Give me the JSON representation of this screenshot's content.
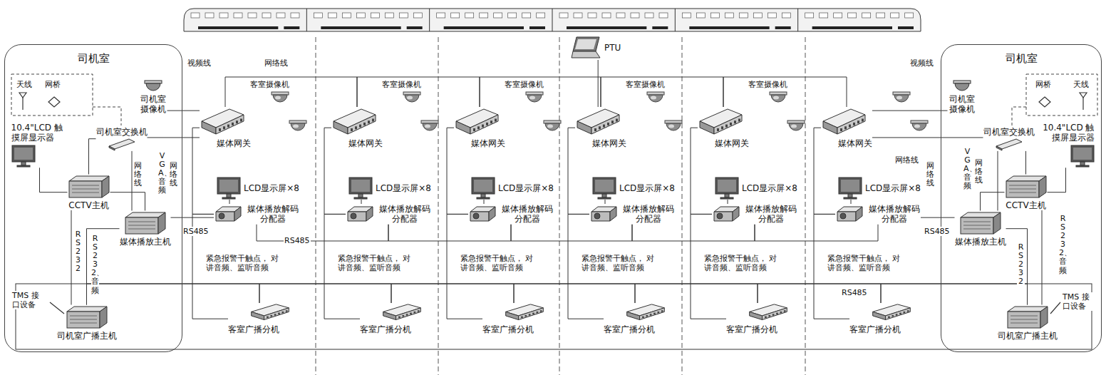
{
  "diagram": {
    "nodes": [
      {
        "text": [
          "司机室"
        ]
      },
      {
        "text": [
          "10.4\"LCD 触摸屏显示器"
        ],
        "in": 0
      },
      {
        "text": [
          "CCTV主机"
        ],
        "in": 0
      },
      {
        "text": [
          "司机室交换机"
        ],
        "in": 0
      },
      {
        "text": [
          "司机室 摄像机"
        ],
        "in": 0
      },
      {
        "text": [
          "媒体播放主机"
        ],
        "in": 0
      },
      {
        "text": [
          "司机室广播主机"
        ],
        "in": 0
      },
      {
        "text": [
          "媒体网关"
        ]
      },
      {
        "text": [
          "LCD显示屏×8"
        ]
      },
      {
        "text": [
          "媒体播放解码 分配器"
        ]
      },
      {
        "text": [
          "客室广播分机"
        ]
      },
      {
        "text": [
          "媒体网关"
        ]
      },
      {
        "text": [
          "LCD显示屏×8"
        ]
      },
      {
        "text": [
          "媒体播放解码 分配器"
        ]
      },
      {
        "text": [
          "客室广播分机"
        ]
      },
      {
        "text": [
          "媒体网关"
        ]
      },
      {
        "text": [
          "LCD显示屏×8"
        ]
      },
      {
        "text": [
          "媒体播放解码 分配器"
        ]
      },
      {
        "text": [
          "客室广播分机"
        ]
      },
      {
        "text": [
          "媒体网关"
        ]
      },
      {
        "text": [
          "LCD显示屏×8"
        ]
      },
      {
        "text": [
          "媒体播放解码 分配器"
        ]
      },
      {
        "text": [
          "客室广播分机"
        ]
      },
      {
        "text": [
          "媒体网关"
        ]
      },
      {
        "text": [
          "LCD显示屏×8"
        ]
      },
      {
        "text": [
          "媒体播放解码 分配器"
        ]
      },
      {
        "text": [
          "客室广播分机"
        ]
      },
      {
        "text": [
          "媒体网关"
        ]
      },
      {
        "text": [
          "LCD显示屏×8"
        ]
      },
      {
        "text": [
          "媒体播放解码 分配器"
        ]
      },
      {
        "text": [
          "客室广播分机"
        ]
      },
      {
        "text": [
          "PTU"
        ]
      },
      {
        "text": [
          "司机室"
        ]
      },
      {
        "text": [
          "司机室 摄像机"
        ],
        "in": 32
      },
      {
        "text": [
          "司机室交换机"
        ],
        "in": 32
      },
      {
        "text": [
          "10.4\"LCD 触摸屏显示器"
        ],
        "in": 32
      },
      {
        "text": [
          "CCTV主机"
        ],
        "in": 32
      },
      {
        "text": [
          "媒体播放主机"
        ],
        "in": 32
      },
      {
        "text": [
          "司机室广播主机"
        ],
        "in": 32
      }
    ],
    "edges": [
      {
        "from": 2,
        "to": 1,
        "arrow": "none"
      },
      {
        "from": 2,
        "to": 3,
        "arrow": "none"
      },
      {
        "from": 5,
        "to": 3,
        "arrow": "none"
      },
      {
        "from": 2,
        "to": 5,
        "arrow": "none"
      },
      {
        "from": 3,
        "to": 7,
        "arrow": "none"
      },
      {
        "from": 4,
        "to": 7,
        "arrow": "none"
      },
      {
        "from": 6,
        "to": 5,
        "arrow": "none"
      },
      {
        "from": 6,
        "to": 2,
        "arrow": "none"
      },
      {
        "from": 6,
        "to": 10,
        "arrow": "none"
      },
      {
        "from": 5,
        "to": 9,
        "arrow": "none"
      },
      {
        "from": 7,
        "to": 11,
        "arrow": "none"
      },
      {
        "from": 11,
        "to": 15,
        "arrow": "none"
      },
      {
        "from": 15,
        "to": 19,
        "arrow": "none"
      },
      {
        "from": 19,
        "to": 23,
        "arrow": "none"
      },
      {
        "from": 23,
        "to": 27,
        "arrow": "none"
      },
      {
        "from": 7,
        "to": 9,
        "arrow": "none"
      },
      {
        "from": 9,
        "to": 8,
        "arrow": "none"
      },
      {
        "from": 9,
        "to": 10,
        "arrow": "none"
      },
      {
        "from": 11,
        "to": 13,
        "arrow": "none"
      },
      {
        "from": 13,
        "to": 12,
        "arrow": "none"
      },
      {
        "from": 13,
        "to": 14,
        "arrow": "none"
      },
      {
        "from": 15,
        "to": 17,
        "arrow": "none"
      },
      {
        "from": 17,
        "to": 16,
        "arrow": "none"
      },
      {
        "from": 17,
        "to": 18,
        "arrow": "none"
      },
      {
        "from": 19,
        "to": 21,
        "arrow": "none"
      },
      {
        "from": 21,
        "to": 20,
        "arrow": "none"
      },
      {
        "from": 21,
        "to": 22,
        "arrow": "none"
      },
      {
        "from": 23,
        "to": 25,
        "arrow": "none"
      },
      {
        "from": 25,
        "to": 24,
        "arrow": "none"
      },
      {
        "from": 25,
        "to": 26,
        "arrow": "none"
      },
      {
        "from": 27,
        "to": 29,
        "arrow": "none"
      },
      {
        "from": 29,
        "to": 28,
        "arrow": "none"
      },
      {
        "from": 29,
        "to": 30,
        "arrow": "none"
      },
      {
        "from": 9,
        "to": 13,
        "arrow": "none"
      },
      {
        "from": 13,
        "to": 17,
        "arrow": "none"
      },
      {
        "from": 17,
        "to": 21,
        "arrow": "none"
      },
      {
        "from": 21,
        "to": 25,
        "arrow": "none"
      },
      {
        "from": 25,
        "to": 29,
        "arrow": "none"
      },
      {
        "from": 10,
        "to": 14,
        "arrow": "none"
      },
      {
        "from": 14,
        "to": 18,
        "arrow": "none"
      },
      {
        "from": 18,
        "to": 22,
        "arrow": "none"
      },
      {
        "from": 22,
        "to": 26,
        "arrow": "none"
      },
      {
        "from": 26,
        "to": 30,
        "arrow": "none"
      },
      {
        "from": 31,
        "to": 19,
        "arrow": "none"
      },
      {
        "from": 36,
        "to": 35,
        "arrow": "none"
      },
      {
        "from": 36,
        "to": 34,
        "arrow": "none"
      },
      {
        "from": 37,
        "to": 34,
        "arrow": "none"
      },
      {
        "from": 36,
        "to": 37,
        "arrow": "none"
      },
      {
        "from": 34,
        "to": 27,
        "arrow": "none"
      },
      {
        "from": 33,
        "to": 27,
        "arrow": "none"
      },
      {
        "from": 38,
        "to": 37,
        "arrow": "none"
      },
      {
        "from": 38,
        "to": 36,
        "arrow": "none"
      },
      {
        "from": 30,
        "to": 38,
        "arrow": "none"
      },
      {
        "from": 29,
        "to": 37,
        "arrow": "none"
      }
    ],
    "labels": [
      "天线",
      "网桥",
      "视频线",
      "网络线",
      "VGA、音频",
      "网络线",
      "网络线",
      "RS485",
      "RS485",
      "RS232",
      "RS232、音频",
      "TMS 接口设备",
      "客室摄像机",
      "客室摄像机",
      "客室摄像机",
      "客室摄像机",
      "客室摄像机",
      "紧急报警干触点， 对讲音频、监听音频",
      "紧急报警干触点， 对讲音频、监听音频",
      "紧急报警干触点， 对讲音频、监听音频",
      "紧急报警干触点， 对讲音频、监听音频",
      "紧急报警干触点， 对讲音频、监听音频",
      "紧急报警干触点， 对讲音频、监听音频",
      "网络线",
      "视频线",
      "VGA、音频",
      "网络线",
      "网络线",
      "RS485",
      "RS485",
      "RS232、音频",
      "RS232",
      "TMS 接口设备",
      "网桥",
      "天线"
    ]
  }
}
